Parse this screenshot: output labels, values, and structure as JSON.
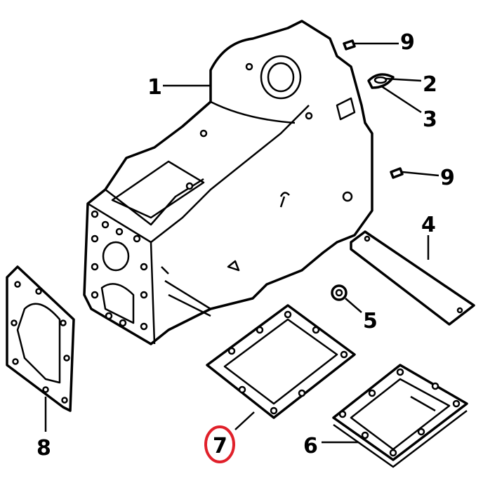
{
  "diagram": {
    "labels": {
      "p1": "1",
      "p2": "2",
      "p3": "3",
      "p4": "4",
      "p5": "5",
      "p6": "6",
      "p7": "7",
      "p8": "8",
      "p9a": "9",
      "p9b": "9"
    },
    "highlight_color": "#e0202a"
  }
}
